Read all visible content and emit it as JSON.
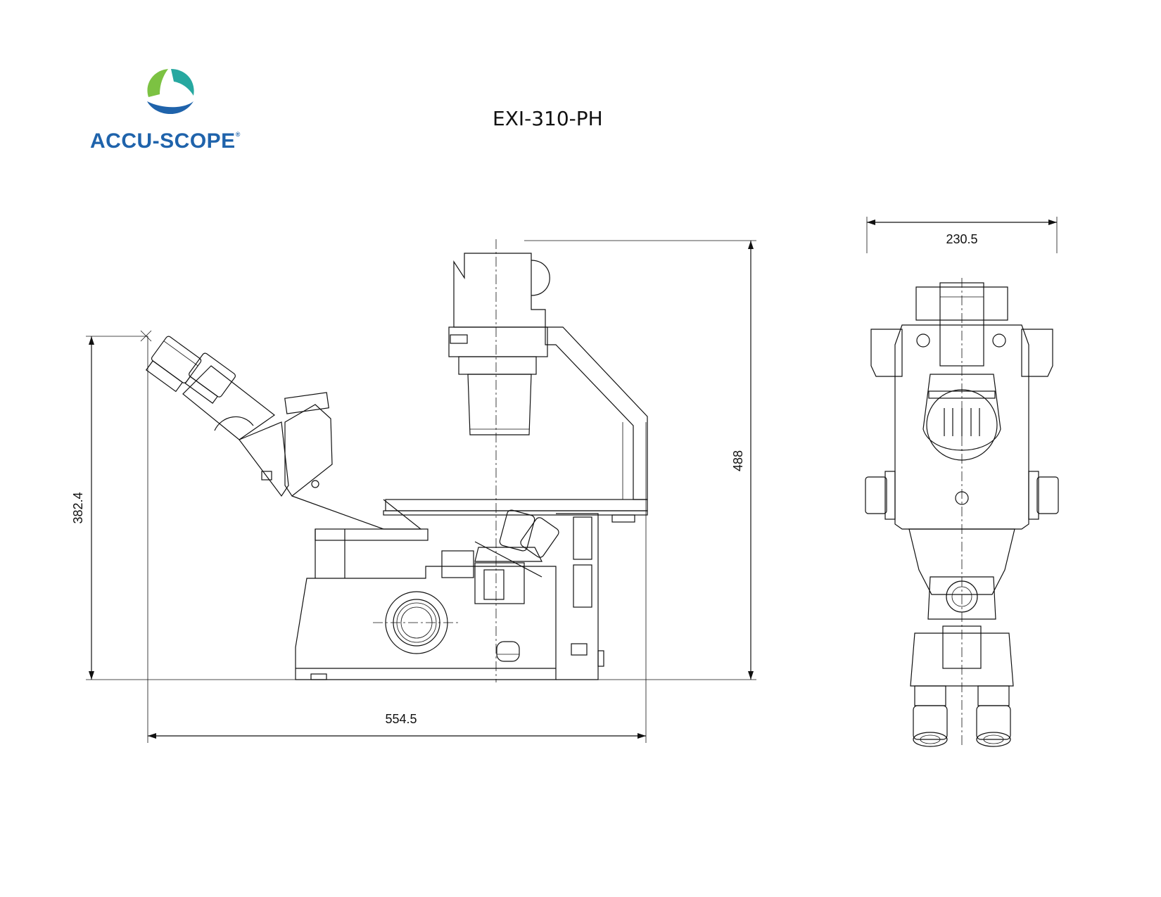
{
  "brand": {
    "logo_text": "ACCU-SCOPE",
    "registered_mark": "®",
    "colors": {
      "green": "#7cc242",
      "teal": "#27a8a0",
      "blue": "#1f63ab"
    }
  },
  "drawing": {
    "model": "EXI-310-PH",
    "views": [
      "side-view",
      "front-view"
    ],
    "dimensions": {
      "side_height_total": "488",
      "side_height_eyepiece": "382.4",
      "side_width": "554.5",
      "front_width": "230.5"
    }
  }
}
